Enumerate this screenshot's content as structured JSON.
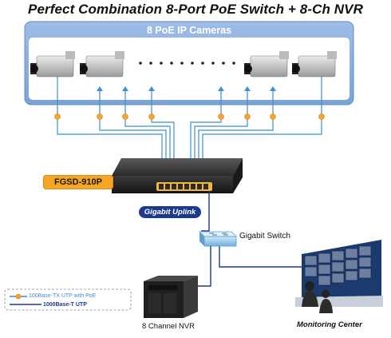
{
  "title": "Perfect Combination 8-Port PoE Switch + 8-Ch NVR",
  "camera_panel": {
    "label": "8 PoE IP Cameras"
  },
  "switch": {
    "model": "FGSD-910P"
  },
  "uplink": {
    "label": "Gigabit Uplink"
  },
  "gigabit_switch": {
    "label": "Gigabit Switch"
  },
  "nvr": {
    "label": "8 Channel NVR"
  },
  "monitoring": {
    "label": "Monitoring Center"
  },
  "legend": {
    "poe": "100Base-TX UTP with PoE",
    "utp": "1000Base-T UTP"
  },
  "colors": {
    "panel_blue": "#7fa8d8",
    "poe_line": "#3b8fcc",
    "utp_line": "#1d3a8a",
    "poe_dot": "#f5a623",
    "badge_orange": "#f5a623"
  }
}
